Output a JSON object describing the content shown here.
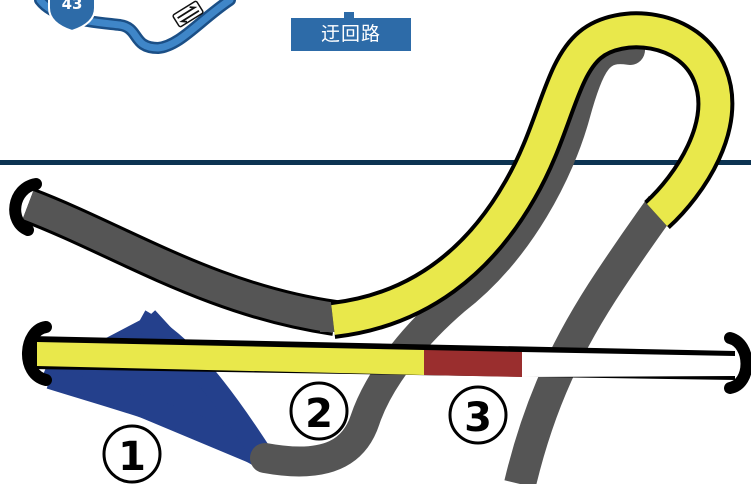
{
  "route_shield": {
    "number": "43",
    "color": "#2d6ba8"
  },
  "detour_label": {
    "text": "迂回路",
    "color": "#2d6ba8"
  },
  "ramps": [
    {
      "number": "1"
    },
    {
      "number": "2"
    },
    {
      "number": "3"
    }
  ],
  "colors": {
    "road": "#555555",
    "road_outline": "#000000",
    "highlight_route": "#e9e84b",
    "closed_section": "#9a2e2e",
    "ramp_blue": "#24408c",
    "mainline_divider": "#0c3352",
    "minimap_route": "#2d6ba8"
  }
}
